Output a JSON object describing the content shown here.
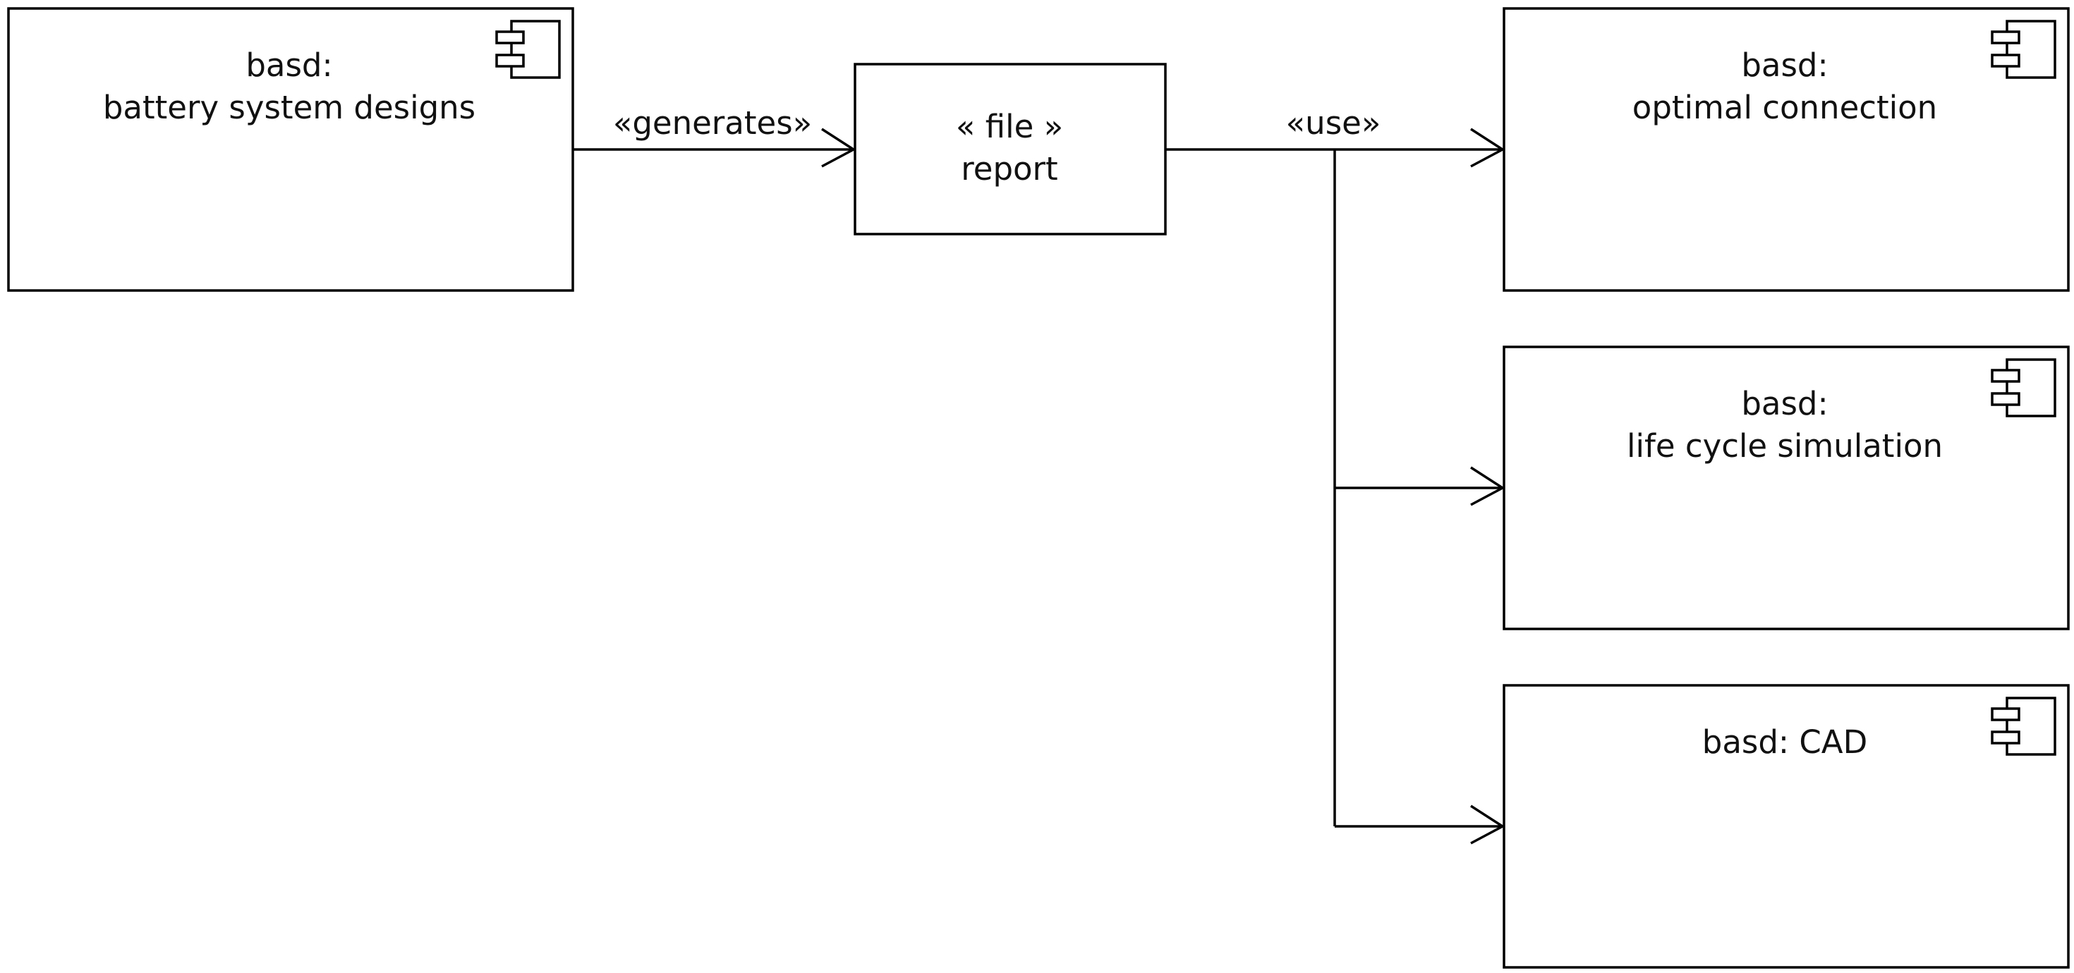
{
  "diagram": {
    "components": {
      "designs": {
        "line1": "basd:",
        "line2": "battery system designs"
      },
      "optimal": {
        "line1": "basd:",
        "line2": "optimal connection"
      },
      "lifecycle": {
        "line1": "basd:",
        "line2": "life cycle simulation"
      },
      "cad": {
        "line1": "basd: CAD"
      }
    },
    "artifact": {
      "line1": "« file »",
      "line2": "report"
    },
    "edges": {
      "generates": "«generates»",
      "use": "«use»"
    },
    "icons": {
      "component": "component-icon"
    }
  }
}
